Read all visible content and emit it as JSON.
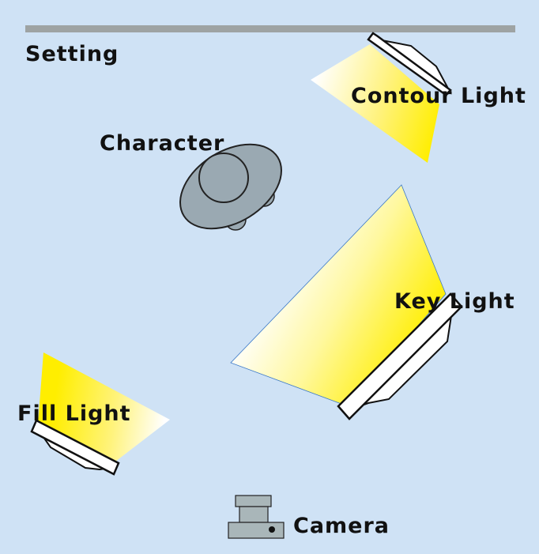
{
  "labels": {
    "setting": "Setting",
    "character": "Character",
    "contour_light": "Contour Light",
    "key_light": "Key Light",
    "fill_light": "Fill Light",
    "camera": "Camera"
  },
  "colors": {
    "background": "#cfe2f5",
    "wall": "#9ea3a3",
    "character": "#9aa9b2",
    "beam_bright": "#ffee00",
    "beam_fade": "#ffffff",
    "camera": "#a9b6b9"
  }
}
